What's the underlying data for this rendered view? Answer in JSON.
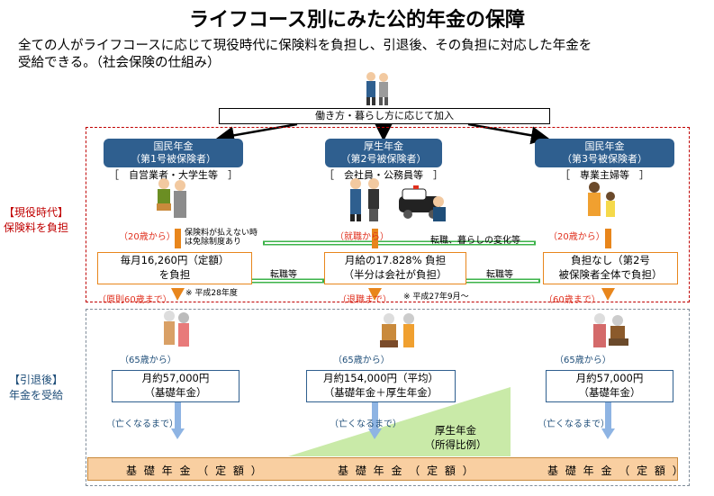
{
  "title": "ライフコース別にみた公的年金の保障",
  "intro": {
    "line1": "全ての人がライフコースに応じて現役時代に保険料を負担し、引退後、その負担に対応した年金を",
    "line2": "受給できる。（社会保険の仕組み）"
  },
  "top_label": "働き方・暮らし方に応じて加入",
  "side_labels": {
    "working_1": "【現役時代】",
    "working_2": "保険料を負担",
    "retired_1": "【引退後】",
    "retired_2": "年金を受給"
  },
  "columns": [
    {
      "header_1": "国民年金",
      "header_2": "（第1号被保険者）",
      "occupation": "自営業者・大学生等",
      "start": "（20歳から）",
      "premium_1": "毎月16,260円（定額）",
      "premium_2": "を負担",
      "end": "（原則60歳まで）",
      "pension_start": "（65歳から）",
      "pension_1": "月約57,000円",
      "pension_2": "（基礎年金）",
      "until": "（亡くなるまで）"
    },
    {
      "header_1": "厚生年金",
      "header_2": "（第2号被保険者）",
      "occupation": "会社員・公務員等",
      "start": "（就職から）",
      "premium_1": "月給の17.828% 負担",
      "premium_2": "（半分は会社が負担）",
      "end": "（退職まで）",
      "pension_start": "（65歳から）",
      "pension_1": "月約154,000円（平均）",
      "pension_2": "（基礎年金＋厚生年金）",
      "until": "（亡くなるまで）"
    },
    {
      "header_1": "国民年金",
      "header_2": "（第3号被保険者）",
      "occupation": "専業主婦等",
      "start": "（20歳から）",
      "premium_1": "負担なし（第2号",
      "premium_2": "被保険者全体で負担）",
      "end": "（60歳まで）",
      "pension_start": "（65歳から）",
      "pension_1": "月約57,000円",
      "pension_2": "（基礎年金）",
      "until": "（亡くなるまで）"
    }
  ],
  "exemption_note_1": "保険料が払えない時",
  "exemption_note_2": "は免除制度あり",
  "change_label": "転職、暮らしの変化等",
  "job_change_1": "転職等",
  "job_change_2": "転職等",
  "note_h28": "※ 平成28年度",
  "note_h27": "※ 平成27年9月～",
  "kousei_label_1": "厚生年金",
  "kousei_label_2": "（所得比例）",
  "base_label": "基 礎 年 金 （ 定 額 ）",
  "colors": {
    "header_bg": "#2f5f8f",
    "orange_border": "#e8861c",
    "red_text": "#e0301e",
    "base_fill": "#f9cfa1",
    "kousei_fill": "#c9eaa8"
  }
}
